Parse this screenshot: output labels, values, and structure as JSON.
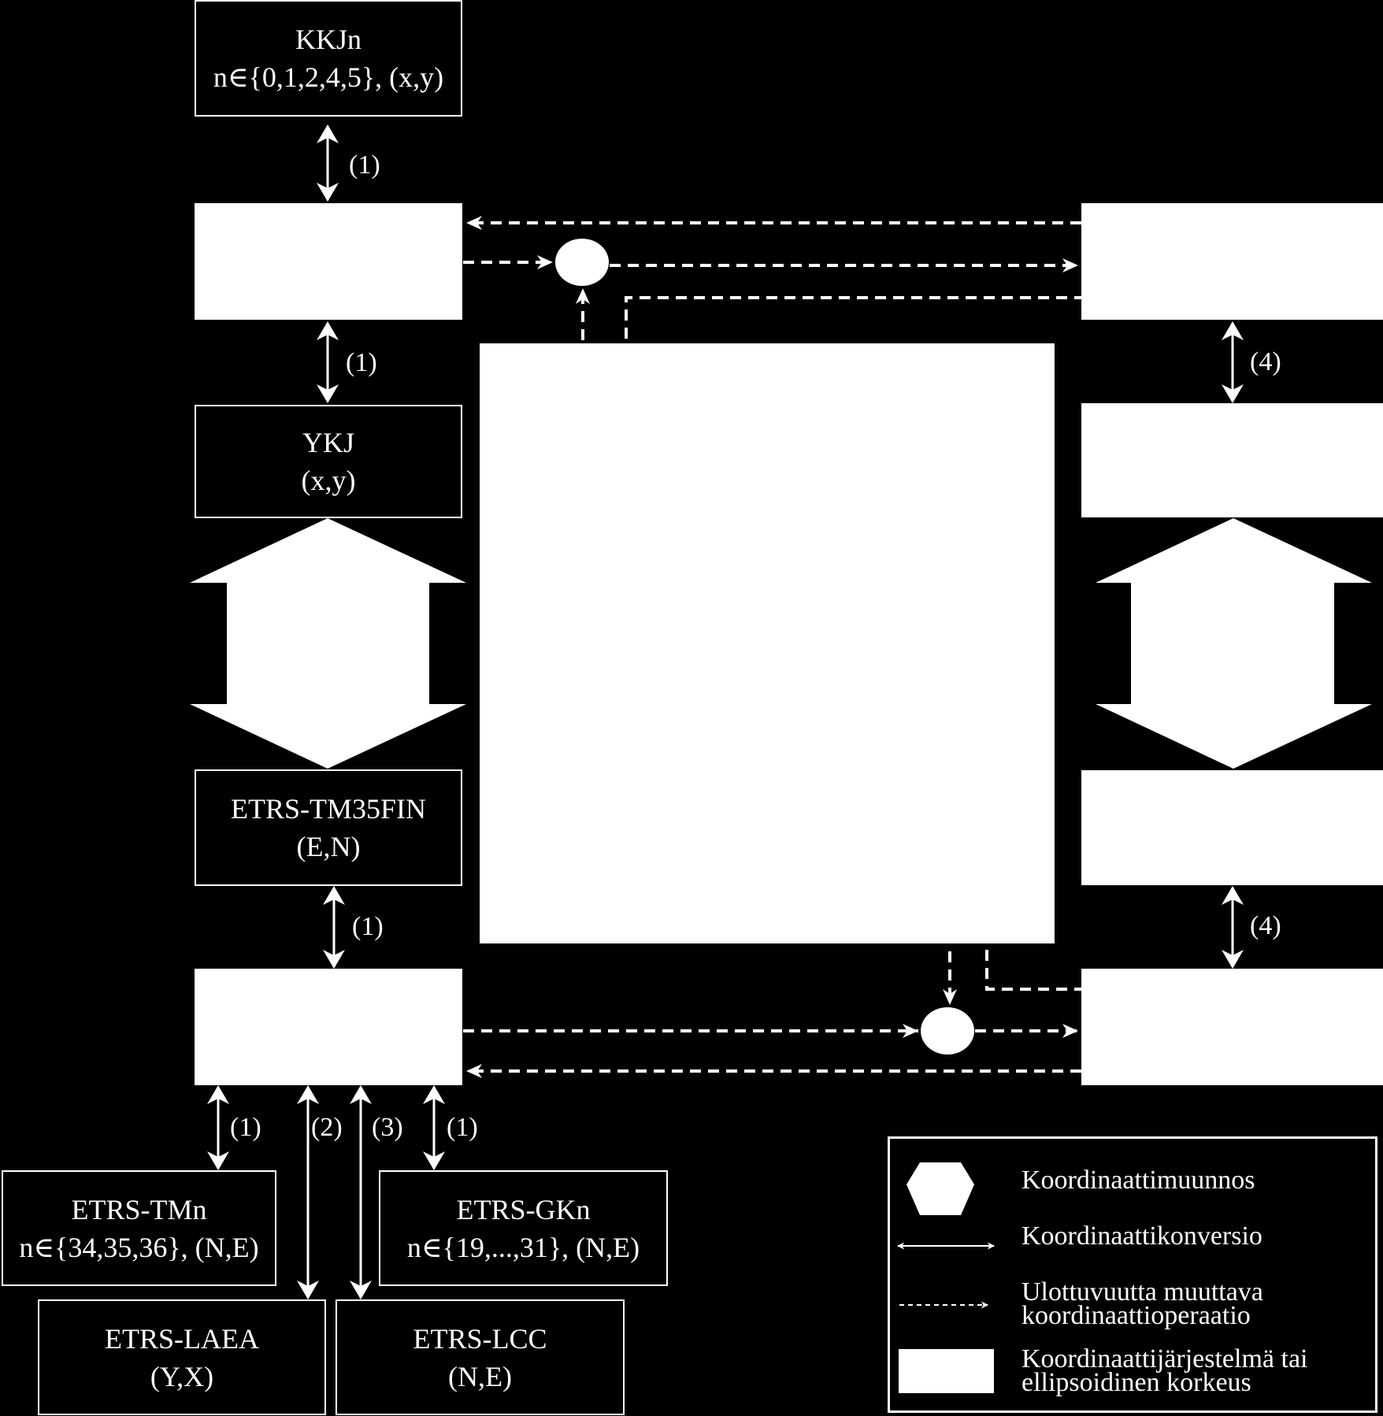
{
  "boxes": {
    "kkjn": {
      "title": "KKJn",
      "subtitle": "n∈{0,1,2,4,5}, (x,y)"
    },
    "ykj": {
      "title": "YKJ",
      "subtitle": "(x,y)"
    },
    "etrs_tm35fin": {
      "title": "ETRS-TM35FIN",
      "subtitle": "(E,N)"
    },
    "etrs_tmn": {
      "title": "ETRS-TMn",
      "subtitle": "n∈{34,35,36}, (N,E)"
    },
    "etrs_gkn": {
      "title": "ETRS-GKn",
      "subtitle": "n∈{19,...,31}, (N,E)"
    },
    "etrs_laea": {
      "title": "ETRS-LAEA",
      "subtitle": "(Y,X)"
    },
    "etrs_lcc": {
      "title": "ETRS-LCC",
      "subtitle": "(N,E)"
    }
  },
  "operation_labels": {
    "kkjn_link": "(1)",
    "kkj_ykj_link": "(1)",
    "tm35fin_link": "(1)",
    "right_upper_link": "(4)",
    "right_lower_link": "(4)",
    "tmn_link": "(1)",
    "laea_link": "(2)",
    "lcc_link": "(3)",
    "gkn_link": "(1)"
  },
  "legend": {
    "transformation": "Koordinaattimuunnos",
    "conversion": "Koordinaattikonversio",
    "dimension_line1": "Ulottuvuutta muuttava",
    "dimension_line2": "koordinaattioperaatio",
    "system_line1": "Koordinaattijärjestelmä tai",
    "system_line2": "ellipsoidinen korkeus"
  },
  "colors": {
    "background": "#000000",
    "foreground": "#ffffff"
  }
}
